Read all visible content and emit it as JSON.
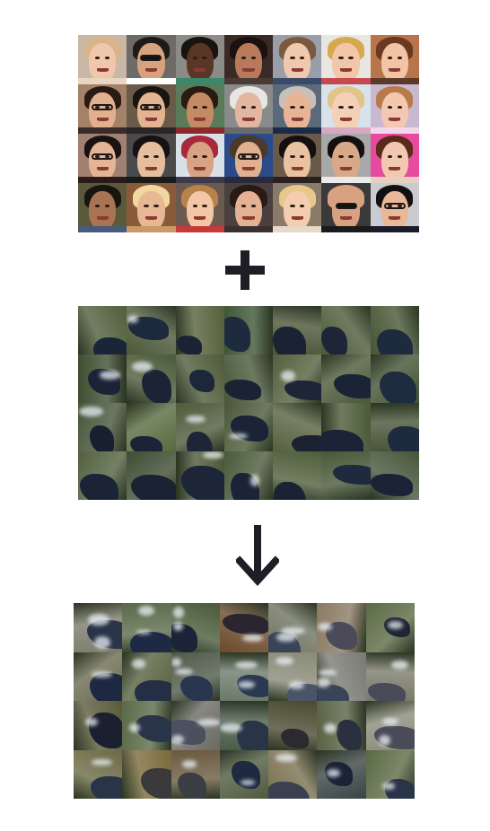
{
  "panels": {
    "faces": {
      "label": "face-photo-grid",
      "rows": 4,
      "cols": 7,
      "tiles": [
        {
          "bg": "#c9b8a6",
          "skin": "#f0c7ab",
          "hair": "#d9b48a",
          "shirt": "#e8d6c2",
          "glasses": ""
        },
        {
          "bg": "#6e6a68",
          "skin": "#d8a27e",
          "hair": "#1e1a18",
          "shirt": "#ffffff",
          "glasses": "dark"
        },
        {
          "bg": "#8b8b87",
          "skin": "#5a3626",
          "hair": "#1a1410",
          "shirt": "#3a8a6a",
          "glasses": ""
        },
        {
          "bg": "#3a2a26",
          "skin": "#b97a5c",
          "hair": "#1a1210",
          "shirt": "#4a3a34",
          "glasses": ""
        },
        {
          "bg": "#9a9ea8",
          "skin": "#f0c8ae",
          "hair": "#7a5a3e",
          "shirt": "#3a4a6a",
          "glasses": ""
        },
        {
          "bg": "#e8e6e2",
          "skin": "#f2c6a6",
          "hair": "#d8a850",
          "shirt": "#c84850",
          "glasses": ""
        },
        {
          "bg": "#b8744a",
          "skin": "#f0c4a4",
          "hair": "#6a3a20",
          "shirt": "#5a3a2a",
          "glasses": ""
        },
        {
          "bg": "#a4826a",
          "skin": "#e2b08e",
          "hair": "#2a1a14",
          "shirt": "#3a2a2a",
          "glasses": "clear"
        },
        {
          "bg": "#6a5a4a",
          "skin": "#e4b492",
          "hair": "#1a1410",
          "shirt": "#2a2624",
          "glasses": "clear"
        },
        {
          "bg": "#5a7a5a",
          "skin": "#c48a64",
          "hair": "#2a1a12",
          "shirt": "#8a2a2a",
          "glasses": ""
        },
        {
          "bg": "#8a8a8a",
          "skin": "#e2b6a0",
          "hair": "#e8e6e2",
          "shirt": "#6a6a6a",
          "glasses": ""
        },
        {
          "bg": "#5a6a7a",
          "skin": "#e8b496",
          "hair": "#c8c0b8",
          "shirt": "#1a2a4a",
          "glasses": ""
        },
        {
          "bg": "#d8e2ea",
          "skin": "#f4d0b6",
          "hair": "#e0c48a",
          "shirt": "#d8a8c0",
          "glasses": ""
        },
        {
          "bg": "#c8b8d0",
          "skin": "#f4c8b0",
          "hair": "#b87a4a",
          "shirt": "#f2d8e8",
          "glasses": ""
        },
        {
          "bg": "#a08070",
          "skin": "#e4b494",
          "hair": "#1a1210",
          "shirt": "#2a1a1a",
          "glasses": "clear"
        },
        {
          "bg": "#4a4a4a",
          "skin": "#e6be9e",
          "hair": "#141212",
          "shirt": "#1a1a1a",
          "glasses": ""
        },
        {
          "bg": "#d8e0e8",
          "skin": "#d8a284",
          "hair": "#a82a3a",
          "shirt": "#3a3a4a",
          "glasses": ""
        },
        {
          "bg": "#2a4a8a",
          "skin": "#e0b090",
          "hair": "#4a3a2a",
          "shirt": "#2a2a3a",
          "glasses": "clear"
        },
        {
          "bg": "#6a5a4a",
          "skin": "#eac2a2",
          "hair": "#141010",
          "shirt": "#2a2020",
          "glasses": ""
        },
        {
          "bg": "#a8a8a8",
          "skin": "#d8a888",
          "hair": "#141010",
          "shirt": "#eaeaea",
          "glasses": ""
        },
        {
          "bg": "#e84aa0",
          "skin": "#f2c8b0",
          "hair": "#5a2a1a",
          "shirt": "#e8d0c0",
          "glasses": ""
        },
        {
          "bg": "#5a5a3a",
          "skin": "#a87454",
          "hair": "#1a1410",
          "shirt": "#4a5a7a",
          "glasses": ""
        },
        {
          "bg": "#8a5a3a",
          "skin": "#e8b894",
          "hair": "#f0d8a0",
          "shirt": "#c89a6a",
          "glasses": ""
        },
        {
          "bg": "#6a5a50",
          "skin": "#f2c6a6",
          "hair": "#b8824a",
          "shirt": "#c83a3a",
          "glasses": ""
        },
        {
          "bg": "#4a4040",
          "skin": "#e4b292",
          "hair": "#2a1a14",
          "shirt": "#3a3030",
          "glasses": ""
        },
        {
          "bg": "#8a7a6a",
          "skin": "#f4ccb0",
          "hair": "#e8c88a",
          "shirt": "#e8d8c8",
          "glasses": ""
        },
        {
          "bg": "#3a3a3a",
          "skin": "#d8a282",
          "hair": "#d8a282",
          "shirt": "#1a1a1a",
          "glasses": "dark"
        },
        {
          "bg": "#c8ccd0",
          "skin": "#e8b898",
          "hair": "#141010",
          "shirt": "#1a1a2a",
          "glasses": "clear"
        }
      ]
    },
    "plus": {
      "icon": "plus-icon",
      "color": "#1e1e26"
    },
    "satellite": {
      "label": "satellite-image-grid",
      "rows": 4,
      "cols": 7,
      "land": "#4a5a36",
      "water": "#1a2436",
      "tiles": [
        {
          "land": "#4f5e3a",
          "water": "#1b2538",
          "cloud": 0
        },
        {
          "land": "#4a5838",
          "water": "#1d2a3e",
          "cloud": 1
        },
        {
          "land": "#55603a",
          "water": "#1a2233",
          "cloud": 0
        },
        {
          "land": "#3e5636",
          "water": "#1e2b3f",
          "cloud": 0
        },
        {
          "land": "#4a5436",
          "water": "#1a2233",
          "cloud": 0
        },
        {
          "land": "#4c5a38",
          "water": "#1c2638",
          "cloud": 0
        },
        {
          "land": "#465634",
          "water": "#1e2a3e",
          "cloud": 0
        },
        {
          "land": "#3f4e32",
          "water": "#1a2436",
          "cloud": 1
        },
        {
          "land": "#4a5a38",
          "water": "#1a2436",
          "cloud": 1
        },
        {
          "land": "#4e5a38",
          "water": "#1c283a",
          "cloud": 0
        },
        {
          "land": "#48583a",
          "water": "#1a2234",
          "cloud": 0
        },
        {
          "land": "#52603c",
          "water": "#1c2638",
          "cloud": 1
        },
        {
          "land": "#4a5836",
          "water": "#1a2436",
          "cloud": 0
        },
        {
          "land": "#425234",
          "water": "#1e2c40",
          "cloud": 0
        },
        {
          "land": "#46563a",
          "water": "#16202e",
          "cloud": 1
        },
        {
          "land": "#566a3e",
          "water": "#1a2436",
          "cloud": 0
        },
        {
          "land": "#4e5a3a",
          "water": "#1c2638",
          "cloud": 1
        },
        {
          "land": "#4a5838",
          "water": "#1a2436",
          "cloud": 1
        },
        {
          "land": "#56603e",
          "water": "#1a2233",
          "cloud": 0
        },
        {
          "land": "#4a5a38",
          "water": "#1a2436",
          "cloud": 0
        },
        {
          "land": "#465436",
          "water": "#1e2a3e",
          "cloud": 0
        },
        {
          "land": "#52603e",
          "water": "#1a2436",
          "cloud": 0
        },
        {
          "land": "#3e4c32",
          "water": "#1a2234",
          "cloud": 0
        },
        {
          "land": "#4c5838",
          "water": "#1c2638",
          "cloud": 1
        },
        {
          "land": "#4a5a3a",
          "water": "#1a2436",
          "cloud": 1
        },
        {
          "land": "#4e5e3a",
          "water": "#1a2233",
          "cloud": 0
        },
        {
          "land": "#485838",
          "water": "#1e2a3e",
          "cloud": 0
        },
        {
          "land": "#46563a",
          "water": "#1a2436",
          "cloud": 0
        }
      ]
    },
    "arrow": {
      "icon": "arrow-down-icon",
      "color": "#1e1e26"
    },
    "output": {
      "label": "generated-image-grid",
      "rows": 4,
      "cols": 7,
      "tiles": [
        {
          "land": "#7a7a6a",
          "water": "#2a3448",
          "cloud": 2
        },
        {
          "land": "#5a6a4a",
          "water": "#1e2a44",
          "cloud": 2
        },
        {
          "land": "#4a5a3a",
          "water": "#1a2436",
          "cloud": 2
        },
        {
          "land": "#6a4a2a",
          "water": "#2a2630",
          "cloud": 1
        },
        {
          "land": "#6e7260",
          "water": "#3a4458",
          "cloud": 2
        },
        {
          "land": "#8a7a62",
          "water": "#4a4a58",
          "cloud": 1
        },
        {
          "land": "#5a6a44",
          "water": "#1e2636",
          "cloud": 1
        },
        {
          "land": "#6a6a50",
          "water": "#1e2840",
          "cloud": 1
        },
        {
          "land": "#56603e",
          "water": "#242e44",
          "cloud": 1
        },
        {
          "land": "#4e5a48",
          "water": "#2a3650",
          "cloud": 2
        },
        {
          "land": "#6a7a6a",
          "water": "#2a3850",
          "cloud": 2
        },
        {
          "land": "#8a8a78",
          "water": "#4a5468",
          "cloud": 2
        },
        {
          "land": "#7a7a74",
          "water": "#3a4458",
          "cloud": 2
        },
        {
          "land": "#7a7a6a",
          "water": "#4a4a5a",
          "cloud": 1
        },
        {
          "land": "#5a5a3a",
          "water": "#1a2030",
          "cloud": 1
        },
        {
          "land": "#5a6a48",
          "water": "#2a3448",
          "cloud": 1
        },
        {
          "land": "#6a6a62",
          "water": "#4a5060",
          "cloud": 2
        },
        {
          "land": "#4a5a48",
          "water": "#2a3448",
          "cloud": 1
        },
        {
          "land": "#4a4a30",
          "water": "#2a2a30",
          "cloud": 0
        },
        {
          "land": "#5a6244",
          "water": "#2a3040",
          "cloud": 1
        },
        {
          "land": "#8a8a7a",
          "water": "#4a4a58",
          "cloud": 2
        },
        {
          "land": "#6a6a44",
          "water": "#2a3448",
          "cloud": 1
        },
        {
          "land": "#7a6a3a",
          "water": "#3a3a3a",
          "cloud": 0
        },
        {
          "land": "#6a5a40",
          "water": "#3a3e44",
          "cloud": 1
        },
        {
          "land": "#4e5a3e",
          "water": "#1e2a40",
          "cloud": 1
        },
        {
          "land": "#7a7050",
          "water": "#3a4050",
          "cloud": 1
        },
        {
          "land": "#3a4444",
          "water": "#1a2436",
          "cloud": 1
        },
        {
          "land": "#5a6a44",
          "water": "#2a3448",
          "cloud": 1
        }
      ]
    }
  }
}
